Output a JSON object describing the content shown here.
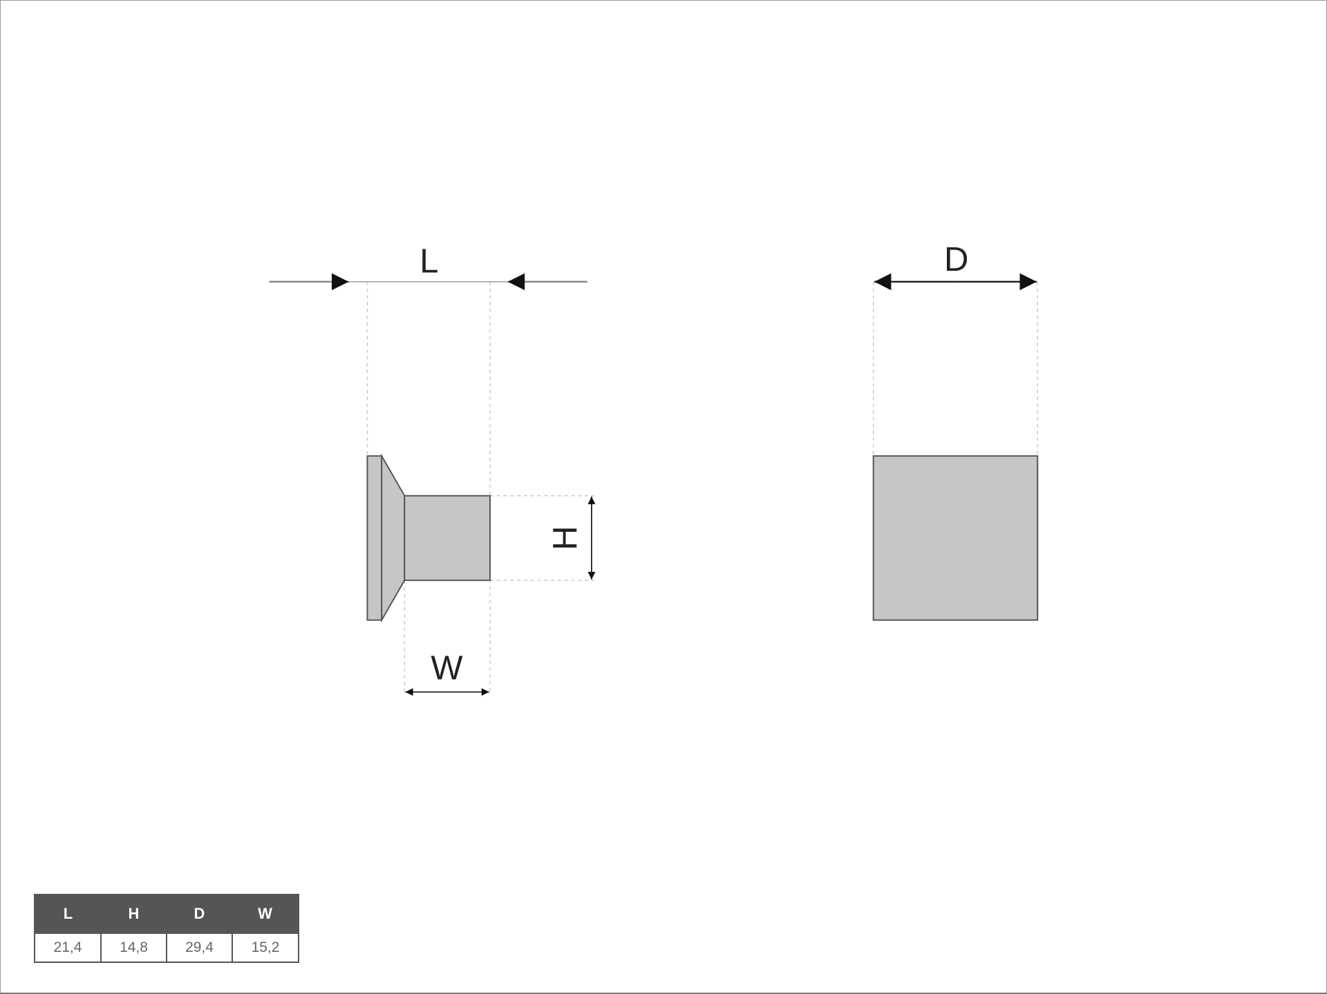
{
  "labels": {
    "length": "L",
    "height": "H",
    "width": "W",
    "diameter": "D"
  },
  "colors": {
    "part_fill": "#c6c6c6",
    "part_stroke": "#555555",
    "table_header": "#555555"
  },
  "table": {
    "headers": [
      "L",
      "H",
      "D",
      "W"
    ],
    "values": [
      "21,4",
      "14,8",
      "29,4",
      "15,2"
    ]
  }
}
